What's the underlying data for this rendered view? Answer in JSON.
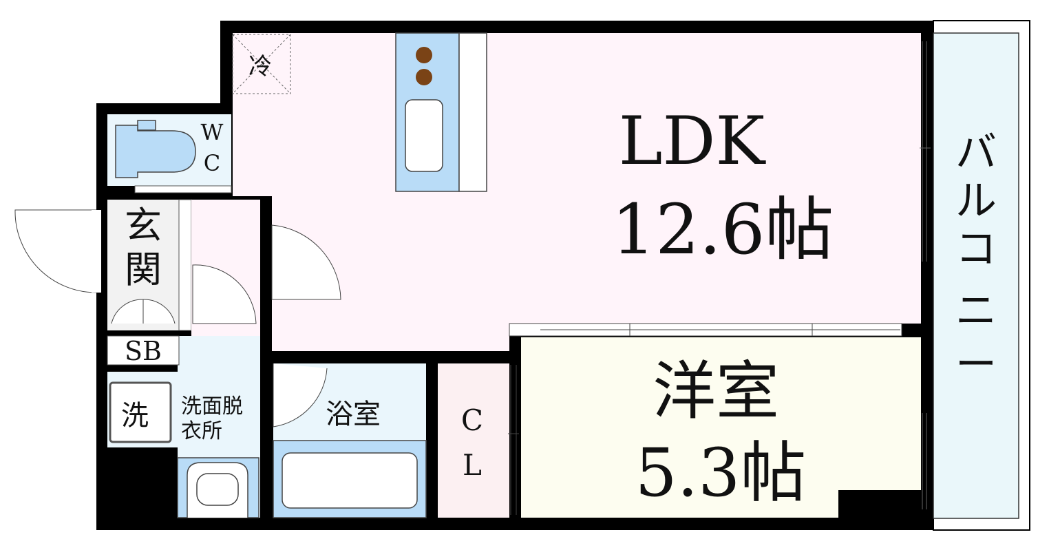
{
  "rooms": {
    "ldk": {
      "name": "LDK",
      "size": "12.6帖"
    },
    "western": {
      "name": "洋室",
      "size": "5.3帖"
    },
    "balcony": {
      "name": "バルコニー",
      "chars": [
        "バ",
        "ル",
        "コ",
        "ニ",
        "ー"
      ]
    },
    "entrance": {
      "name": "玄関",
      "chars": [
        "玄",
        "関"
      ]
    },
    "wc": {
      "chars": [
        "W",
        "C"
      ]
    },
    "shoe_box": "SB",
    "washroom": {
      "lines": [
        "洗面脱",
        "衣所"
      ]
    },
    "washer": "洗",
    "bathroom": "浴室",
    "closet": {
      "chars": [
        "C",
        "L"
      ]
    },
    "fridge": "冷"
  },
  "colors": {
    "wall": "#000000",
    "ldk_floor": "#fff4fa",
    "western_floor": "#fdfdf0",
    "wet_area": "#eaf6fc",
    "fixture_blue": "#b9dcf7",
    "balcony": "#eaf7fa",
    "closet": "#fcf0f2",
    "stove_burner": "#7a4316"
  }
}
